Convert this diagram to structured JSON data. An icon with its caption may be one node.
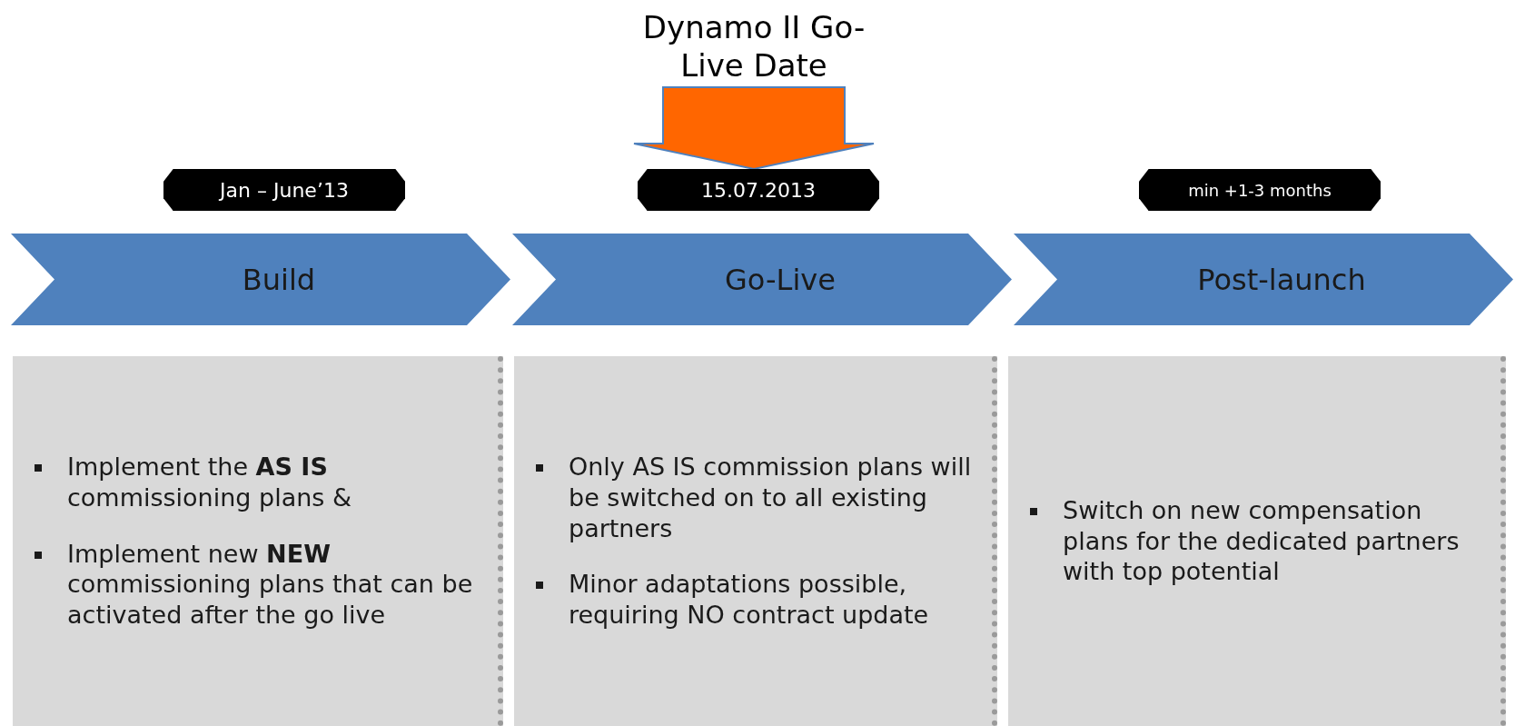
{
  "diagram": {
    "nodes": [
      {
        "text": [
          "Dynamo II Go-Live Date"
        ]
      },
      {
        "text": [
          "Jan – June’13"
        ]
      },
      {
        "text": [
          "15.07.2013"
        ]
      },
      {
        "text": [
          "min +1-3 months"
        ]
      },
      {
        "text": [
          "Build"
        ]
      },
      {
        "text": [
          "Go-Live"
        ]
      },
      {
        "text": [
          "Post-launch"
        ]
      },
      {
        "text": [
          "Implement the **AS IS** commissioning plans &",
          "Implement new **NEW** commissioning plans that can be activated after the go live"
        ]
      },
      {
        "text": [
          "Only AS IS commission plans will be switched on to all existing partners",
          "Minor adaptations possible, requiring NO contract update"
        ]
      },
      {
        "text": [
          "Switch on new compensation plans for the dedicated partners with top potential"
        ]
      }
    ],
    "edges": [
      {
        "from": 0,
        "to": 2,
        "arrow": "to",
        "style": "thick",
        "color": "#ff6600"
      }
    ]
  }
}
